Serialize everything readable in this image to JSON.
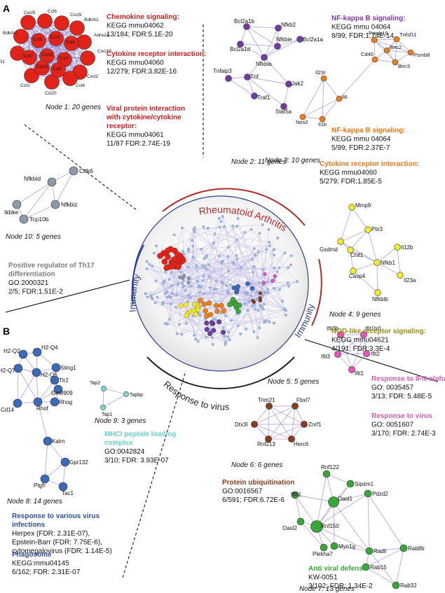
{
  "panel_labels": {
    "a": "A",
    "b": "B"
  },
  "center": {
    "arc_top": "Rheumatoid Arthritis",
    "arc_left": "Immunity",
    "arc_right": "Immunity",
    "arc_bottom": "Response to virus"
  },
  "colors": {
    "edge": "#9c8fd6",
    "node1": "#e2231a",
    "node2": "#6f3d9e",
    "node3": "#f07f1a",
    "node4": "#f5ec28",
    "node5": "#e657b8",
    "node6": "#8a3c1e",
    "node7": "#3aa63a",
    "node8": "#3a6ab8",
    "node9": "#7fd6d6",
    "node10": "#8f9aa8",
    "red_text": "#cc1f1f",
    "purple_text": "#7b3aa6",
    "orange_text": "#e8781a",
    "olive_text": "#9a8f14",
    "pink_text": "#d85ab2",
    "brown_text": "#8a3c1e",
    "green_text": "#3aa63a",
    "teal_text": "#6ccfc9",
    "blue_text": "#2f4f9c",
    "grey_text": "#7f7f7f"
  },
  "nodes": [
    {
      "id": 1,
      "caption": "Node 1: 20 genes",
      "genes": [
        "Cxcl5",
        "Ccl6",
        "Cxcl9",
        "Bdkrb1",
        "Adra2a",
        "Bdkrb2",
        "Cxcl10",
        "Cxcl2",
        "Cx3cl1",
        "Ccl4",
        "Ccl20",
        "Ccl3",
        "Ccl5",
        "Ccr5",
        "Ccl2",
        "Ccl7",
        "Cxcl1",
        "Ccr2",
        "Cxcr3",
        "Ccl9"
      ],
      "annotations": [
        {
          "term": "Chemokine signaling:",
          "id": "KEGG mmu04062",
          "stats": "13/184; FDR:5.1E-20"
        },
        {
          "term": "Cytokine receptor interaction:",
          "id": "KEGG mmu04060",
          "stats": "12/279; FDR:3.82E-16"
        },
        {
          "term": "Viral protein interaction with cytokine/cytokine receptor:",
          "id": "KEGG mmu04061",
          "stats": "11/87 FDR:2.74E-19"
        }
      ]
    },
    {
      "id": 2,
      "caption": "Node 2: 11 genes",
      "genes": [
        "Bcl2a1b",
        "Nfkb2",
        "Bcl2a1d",
        "Nfkbie",
        "Bcl2a1a",
        "Nfkbia",
        "Tnfaip3",
        "Tnf",
        "Jak2",
        "Traf1",
        "Stat5a"
      ],
      "annotations": [
        {
          "term": "NF-kappa B signaling:",
          "id": "KEGG mmu 04064",
          "stats": "8/99; FDR:1.74E-14"
        }
      ]
    },
    {
      "id": 3,
      "caption": "Node 3: 10 genes",
      "genes": [
        "Psmb10",
        "Tnfsf11",
        "Birc2",
        "Psmb8",
        "Cd40",
        "Birc3",
        "Il23r",
        "Il6",
        "Nos2",
        "Il1b"
      ],
      "annotations": [
        {
          "term": "NF-kappa B signaling:",
          "id": "KEGG mmu 04064",
          "stats": "5/99; FDR:2.37E-7"
        },
        {
          "term": "Cytokine receptor interaction:",
          "id": "KEGG mmu04060",
          "stats": "5/279; FDR:1.85E-5"
        }
      ]
    },
    {
      "id": 4,
      "caption": "Node 4: 9 genes",
      "genes": [
        "Mmp9",
        "Ptx3",
        "Gsdmd",
        "Chil1",
        "Nfkb1",
        "Il12b",
        "Il23a",
        "Casp4",
        "Nfkbib"
      ],
      "annotations": [
        {
          "term": "NOD-like receptor signaling:",
          "id": "KEGG mmu04621",
          "stats": "4/191; FDR:3.3E-4"
        }
      ]
    },
    {
      "id": 5,
      "caption": "Node 5: 5 genes",
      "genes": [
        "Ifit3b",
        "Ifit1bl1",
        "Ifit3",
        "Ifit2",
        "Ifit1"
      ],
      "annotations": [
        {
          "term": "Response to IFN-alpha",
          "id": "GO: 0035457",
          "stats": "3/13; FDR: 5.48E-5"
        },
        {
          "term": "Response to virus",
          "id": "GO: 0051607",
          "stats": "3/170; FDR: 2.74E-3"
        }
      ]
    },
    {
      "id": 6,
      "caption": "Node 6: 6 genes",
      "genes": [
        "Trim21",
        "Fbxl7",
        "Dtx3l",
        "Znrf1",
        "Rnf213",
        "Herc6"
      ],
      "annotations": [
        {
          "term": "Protein ubiquitination",
          "id": "GO:0016567",
          "stats": "6/591; FDR:6.72E-6"
        }
      ]
    },
    {
      "id": 7,
      "caption": "Node 7: 13 genes",
      "genes": [
        "Rnf122",
        "Sqstm1",
        "Ifih1",
        "Oasl1",
        "Pdzd2",
        "Rnf150",
        "Oasl2",
        "Myo1g",
        "Plekha7",
        "Radil",
        "Rab8b",
        "Rab15",
        "Rab32"
      ],
      "annotations": [
        {
          "term": "Anti viral defense",
          "id": "KW-0051",
          "stats": "3/102; FDR: 1.34E-2"
        }
      ]
    },
    {
      "id": 8,
      "caption": "Node 8: 14 genes",
      "genes": [
        "H2-Q2",
        "H2-Q4",
        "H2-Q7",
        "Sting1",
        "H2-Q6",
        "Tlr2",
        "Gm8909",
        "Cd14",
        "Rhog",
        "Rhof",
        "Kalrn",
        "Gpr132",
        "Ptgfr",
        "Tac1"
      ],
      "annotations": [
        {
          "term": "Response to various virus infections",
          "id": "",
          "stats": "Herpex (FDR: 2.31E-07), Epstein-Barr (FDR: 7.75E-6), cytomegalovirus (FDR: 1.14E-5)"
        },
        {
          "term": "Phagosome",
          "id": "KEGG:mmu04145",
          "stats": "6/162; FDR: 2.31E-07"
        }
      ]
    },
    {
      "id": 9,
      "caption": "Node 9: 3 genes",
      "genes": [
        "Tap2",
        "Tapbp",
        "Tap1"
      ],
      "annotations": [
        {
          "term": "MHCI peptide loading complex",
          "id": "GO:0042824",
          "stats": "3/10; FDR: 3.93E-07"
        }
      ]
    },
    {
      "id": 10,
      "caption": "Node 10: 5 genes",
      "genes": [
        "Nfkbid",
        "Cdk6",
        "Ikbke",
        "Nfkbiz",
        "Tcp10b"
      ],
      "annotations": [
        {
          "term": "Positive regulator of Th17 differentiation",
          "id": "GO:2000321",
          "stats": "2/5; FDR:1.51E-2"
        }
      ]
    }
  ]
}
